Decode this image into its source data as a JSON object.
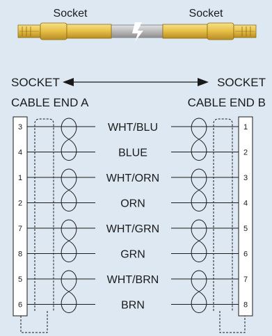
{
  "connector_labels": {
    "left": "Socket",
    "right": "Socket"
  },
  "direction": {
    "left": "SOCKET",
    "right": "SOCKET"
  },
  "ends": {
    "a": "CABLE END A",
    "b": "CABLE END B"
  },
  "wires": [
    {
      "pin_a": "3",
      "label": "WHT/BLU",
      "pin_b": "1"
    },
    {
      "pin_a": "4",
      "label": "BLUE",
      "pin_b": "2"
    },
    {
      "pin_a": "1",
      "label": "WHT/ORN",
      "pin_b": "3"
    },
    {
      "pin_a": "2",
      "label": "ORN",
      "pin_b": "4"
    },
    {
      "pin_a": "7",
      "label": "WHT/GRN",
      "pin_b": "5"
    },
    {
      "pin_a": "8",
      "label": "GRN",
      "pin_b": "6"
    },
    {
      "pin_a": "5",
      "label": "WHT/BRN",
      "pin_b": "7"
    },
    {
      "pin_a": "6",
      "label": "BRN",
      "pin_b": "8"
    }
  ],
  "colors": {
    "background": "#dde8f2",
    "connector_gold": "#e8c24a",
    "cable_gray": "#b9b9b9",
    "break_mark": "#ffffff",
    "line": "#1a1a1a"
  }
}
